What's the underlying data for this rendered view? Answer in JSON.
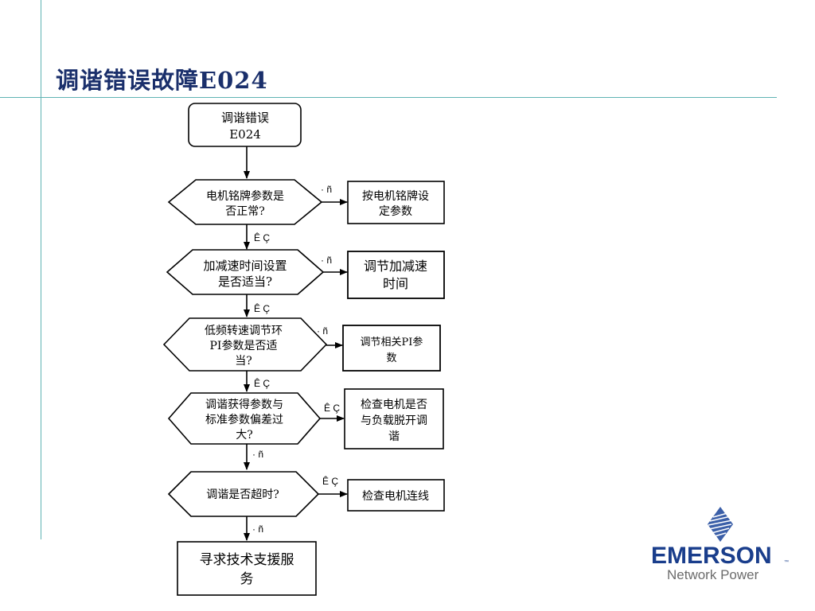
{
  "slide": {
    "title": "调谐错误故障E024"
  },
  "flowchart": {
    "start": [
      "调谐错误",
      "E024"
    ],
    "decisions": [
      {
        "lines": [
          "电机铭牌参数是",
          "否正常?"
        ],
        "side_label": "· ñ",
        "action": [
          "按电机铭牌设",
          "定参数"
        ],
        "down_label": "Ê Ç"
      },
      {
        "lines": [
          "加减速时间设置",
          "是否适当?"
        ],
        "side_label": "· ñ",
        "action": [
          "调节加减速",
          "时间"
        ],
        "down_label": "Ê Ç"
      },
      {
        "lines": [
          "低频转速调节环",
          "PI参数是否适",
          "当?"
        ],
        "side_label": "· ñ",
        "action": [
          "调节相关PI参",
          "数"
        ],
        "down_label": "Ê Ç"
      },
      {
        "lines": [
          "调谐获得参数与",
          "标准参数偏差过",
          "大?"
        ],
        "side_label": "Ê Ç",
        "action": [
          "检查电机是否",
          "与负载脱开调",
          "谐"
        ],
        "down_label": "· ñ"
      },
      {
        "lines": [
          "调谐是否超时?"
        ],
        "side_label": "Ê Ç",
        "action": [
          "检查电机连线"
        ],
        "down_label": "· ñ"
      }
    ],
    "end": [
      "寻求技术支援服",
      "务"
    ]
  },
  "logo": {
    "brand": "EMERSON",
    "sub": "Network Power",
    "mark": "™",
    "icon": "emerson-diamond-icon",
    "brand_color": "#1a3e8c"
  },
  "colors": {
    "accent_line": "#5fb3b3",
    "title": "#1a2f6b"
  }
}
